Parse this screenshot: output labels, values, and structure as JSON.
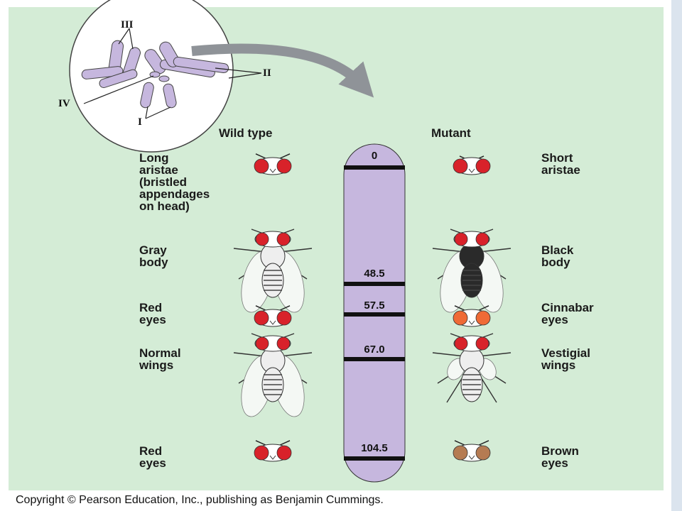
{
  "headers": {
    "wild_type": "Wild type",
    "mutant": "Mutant"
  },
  "chromosome_labels": {
    "i": "I",
    "ii": "II",
    "iii": "III",
    "iv": "IV"
  },
  "loci": [
    "0",
    "48.5",
    "57.5",
    "67.0",
    "104.5"
  ],
  "wild_traits": [
    "Long\naristae\n(bristled\nappendages\non head)",
    "Gray\nbody",
    "Red\neyes",
    "Normal\nwings",
    "Red\neyes"
  ],
  "mutant_traits": [
    "Short\naristae",
    "Black\nbody",
    "Cinnabar\neyes",
    "Vestigial\nwings",
    "Brown\neyes"
  ],
  "copyright": "Copyright © Pearson Education, Inc., publishing as Benjamin Cummings.",
  "colors": {
    "background": "#d4ecd6",
    "chromosome": "#c6b7de",
    "wild_eye": "#d8222a",
    "cinnabar_eye": "#ef6a36",
    "brown_eye": "#b57b52",
    "black_body": "#2a2a2a"
  }
}
